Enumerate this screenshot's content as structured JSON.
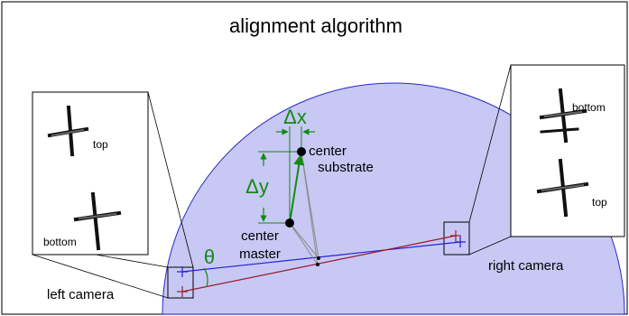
{
  "title": "alignment algorithm",
  "labels": {
    "delta_x": "Δx",
    "delta_y": "Δy",
    "theta": "θ",
    "center_substrate_1": "center",
    "center_substrate_2": "substrate",
    "center_master_1": "center",
    "center_master_2": "master",
    "left_camera": "left camera",
    "right_camera": "right camera"
  },
  "left_inset": {
    "top_label": "top",
    "bottom_label": "bottom"
  },
  "right_inset": {
    "top_label": "top",
    "bottom_label": "bottom"
  },
  "colors": {
    "wafer_fill": "#c8c8f5",
    "wafer_stroke": "#2828c8",
    "blue_line": "#1f1fd8",
    "red_line": "#9a1a2a",
    "green": "#138a13",
    "gray_line": "#8a8a8a"
  },
  "icons": [
    "crosshair-icon",
    "plus-marker-icon"
  ]
}
